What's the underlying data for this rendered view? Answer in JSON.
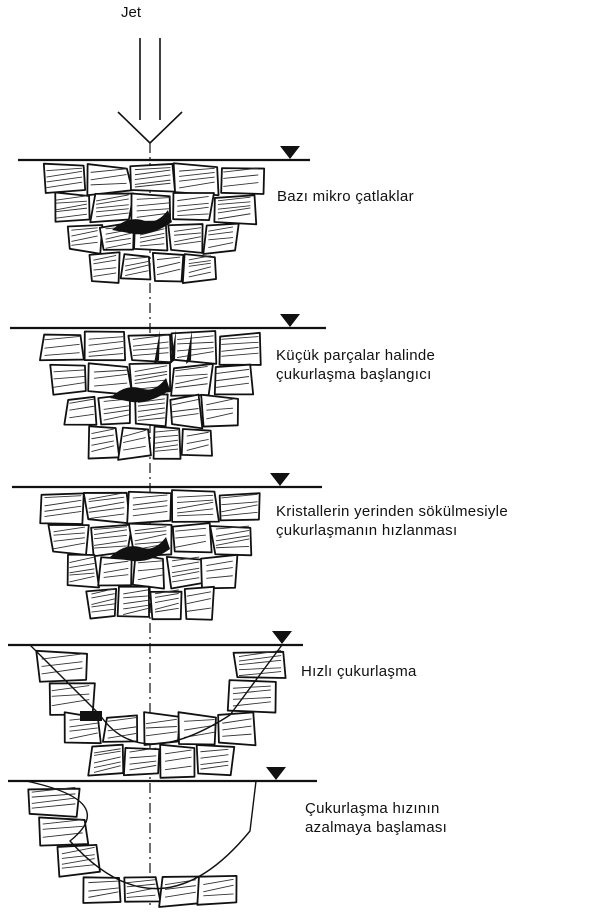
{
  "jet_label": "Jet",
  "stages": [
    {
      "lines": [
        "Bazı mikro çatlaklar"
      ]
    },
    {
      "lines": [
        "Küçük parçalar halinde",
        "çukurlaşma başlangıcı"
      ]
    },
    {
      "lines": [
        "Kristallerin yerinden sökülmesiyle",
        "çukurlaşmanın hızlanması"
      ]
    },
    {
      "lines": [
        "Hızlı çukurlaşma"
      ]
    },
    {
      "lines": [
        "Çukurlaşma hızının",
        "azalmaya başlaması"
      ]
    }
  ]
}
